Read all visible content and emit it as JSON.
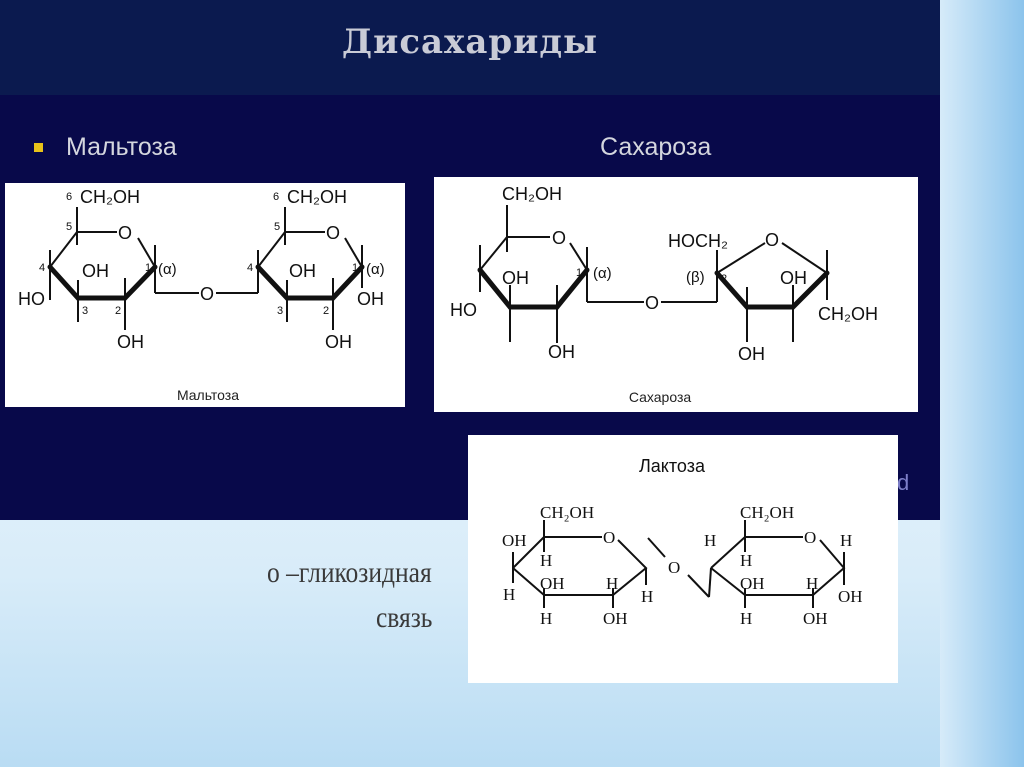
{
  "title": "Дисахариды",
  "bullet_label": "Мальтоза",
  "second_label": "Сахароза",
  "text_fragment": "d",
  "glycosidic_bond": {
    "line1": "о –гликозидная",
    "line2": "связь"
  },
  "colors": {
    "slide_bg": "#08094a",
    "title_bar": "#0b1a4f",
    "bullet": "#e8c21a",
    "background": "#cfe6f6"
  },
  "maltose": {
    "caption": "Мальтоза",
    "labels": [
      "CH₂OH",
      "CH₂OH",
      "OH",
      "OH",
      "HO",
      "OH",
      "OH",
      "OH",
      "(α)",
      "(α)",
      "O",
      "O",
      "O"
    ],
    "numbers": [
      "6",
      "5",
      "4",
      "3",
      "2",
      "1",
      "6",
      "5",
      "4",
      "3",
      "2",
      "1"
    ]
  },
  "sucrose": {
    "caption": "Сахароза",
    "labels": [
      "CH₂OH",
      "OH",
      "HO",
      "OH",
      "O",
      "(α)",
      "1",
      "O",
      "HOCH₂",
      "(β)",
      "2",
      "OH",
      "CH₂OH",
      "OH",
      "O"
    ]
  },
  "lactose": {
    "caption": "Лактоза",
    "labels": [
      "CH₂OH",
      "OH",
      "H",
      "H",
      "OH",
      "H",
      "H",
      "H",
      "OH",
      "O",
      "O",
      "CH₂OH",
      "H",
      "H",
      "H",
      "OH",
      "H",
      "OH",
      "H",
      "OH",
      "O"
    ]
  }
}
